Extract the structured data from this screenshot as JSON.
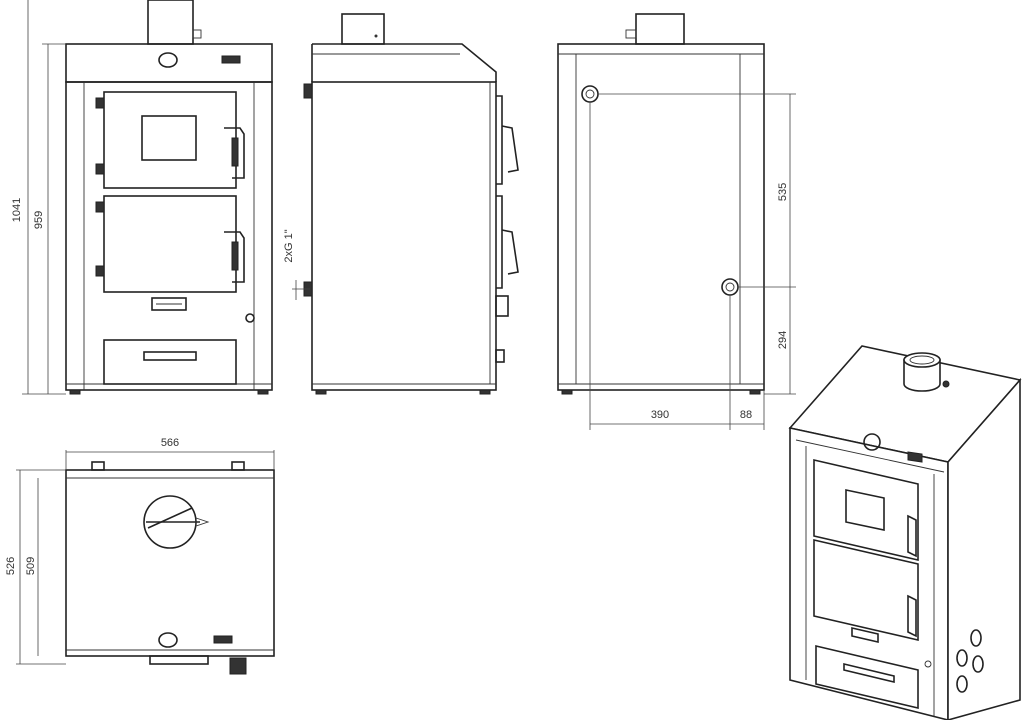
{
  "dimensions": {
    "total_height": "1041",
    "body_height": "959",
    "pipe_thread": "2xG 1\"",
    "pipe_spacing_vertical": "535",
    "pipe_height_from_base": "294",
    "pipe_offset_horizontal": "390",
    "pipe_offset_edge": "88",
    "width": "566",
    "depth_total": "526",
    "depth_body": "509"
  }
}
